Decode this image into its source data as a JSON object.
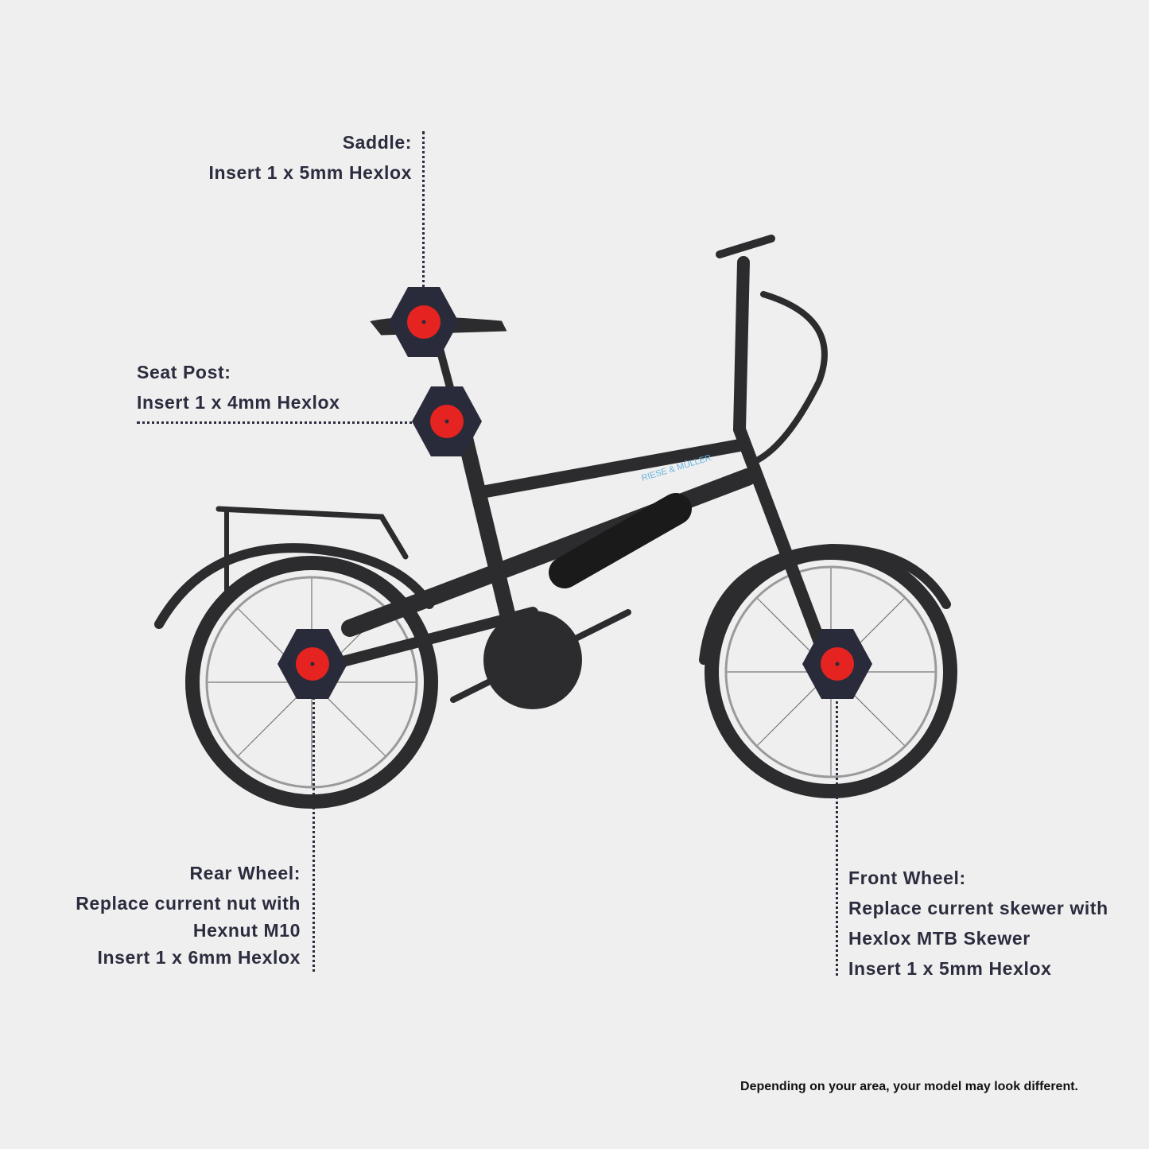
{
  "callouts": {
    "saddle": {
      "title": "Saddle:",
      "lines": [
        "Insert 1 x 5mm Hexlox"
      ]
    },
    "seat_post": {
      "title": "Seat Post:",
      "lines": [
        "Insert 1 x 4mm Hexlox"
      ]
    },
    "rear_wheel": {
      "title": "Rear Wheel:",
      "lines": [
        "Replace current nut with",
        "Hexnut M10",
        "Insert  1 x 6mm Hexlox"
      ]
    },
    "front_wheel": {
      "title": "Front Wheel:",
      "lines": [
        "Replace current skewer with",
        "Hexlox MTB Skewer",
        "Insert  1 x 5mm Hexlox"
      ]
    }
  },
  "bike_brand": "RIESE & MÜLLER",
  "footer_note": "Depending on your area, your model may look different.",
  "colors": {
    "text": "#2b2d3e",
    "hex": "#2a2b3a",
    "dot": "#e52320",
    "background": "#efefef"
  }
}
